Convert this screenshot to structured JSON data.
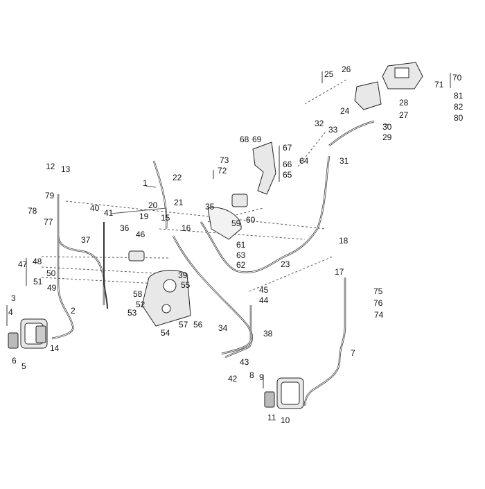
{
  "diagram": {
    "type": "exploded parts diagram",
    "callouts": [
      "1",
      "2",
      "3",
      "4",
      "5",
      "6",
      "7",
      "8",
      "9",
      "10",
      "11",
      "12",
      "13",
      "14",
      "15",
      "16",
      "17",
      "18",
      "19",
      "20",
      "21",
      "22",
      "23",
      "24",
      "25",
      "26",
      "27",
      "28",
      "29",
      "30",
      "31",
      "32",
      "33",
      "34",
      "35",
      "36",
      "37",
      "38",
      "39",
      "40",
      "41",
      "42",
      "43",
      "44",
      "45",
      "46",
      "47",
      "48",
      "49",
      "50",
      "51",
      "52",
      "53",
      "54",
      "55",
      "56",
      "57",
      "58",
      "59",
      "60",
      "61",
      "62",
      "63",
      "64",
      "65",
      "66",
      "67",
      "68",
      "69",
      "70",
      "71",
      "72",
      "73",
      "74",
      "75",
      "76",
      "77",
      "78",
      "79",
      "80",
      "81",
      "82"
    ]
  }
}
